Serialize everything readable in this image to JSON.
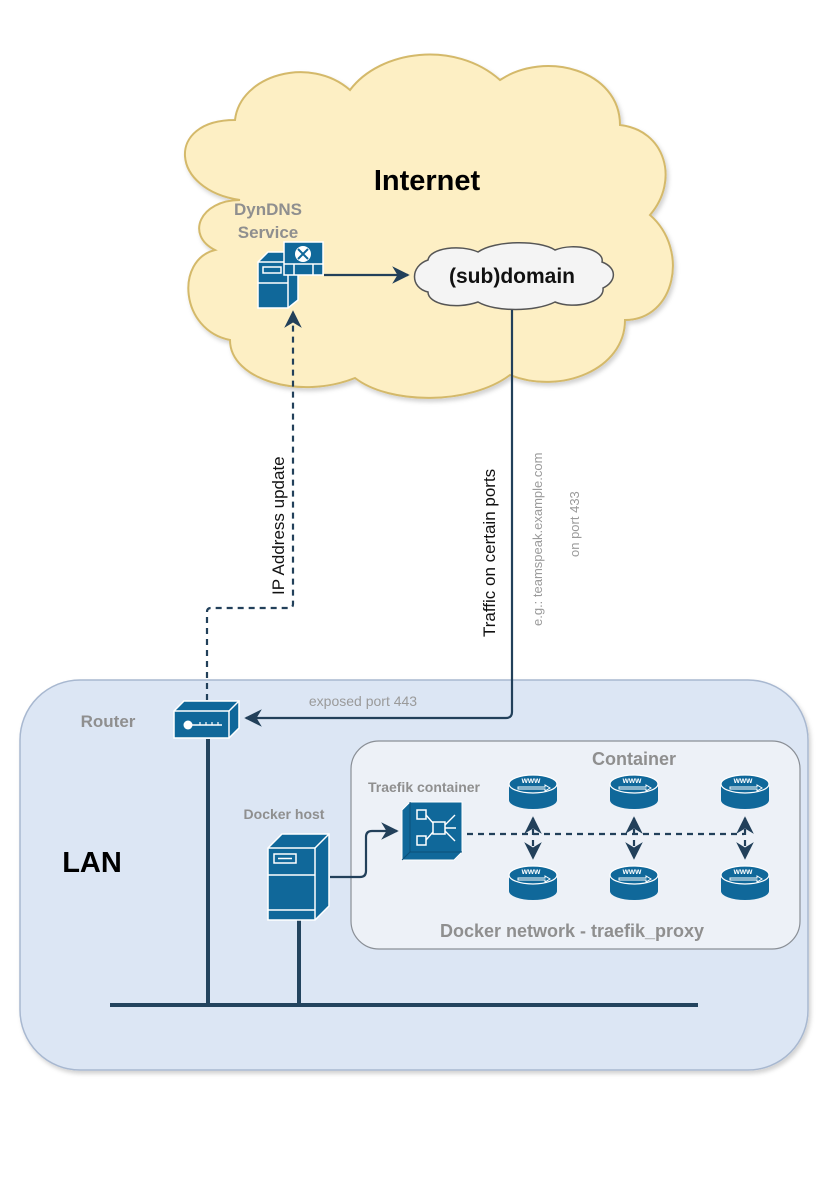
{
  "diagram": {
    "internet": {
      "label": "Internet",
      "fill": "#fdefc4",
      "stroke": "#d4b96a"
    },
    "dyndns": {
      "label_line1": "DynDNS",
      "label_line2": "Service"
    },
    "subdomain": {
      "label": "(sub)domain",
      "fill": "#f4f4f4",
      "stroke": "#555555"
    },
    "edges": {
      "ip_update": "IP Address update",
      "traffic": "Traffic on certain ports",
      "example_line1": "e.g.: teamspeak.example.com",
      "example_line2": "on port 433",
      "exposed_port": "exposed port 443"
    },
    "lan": {
      "label": "LAN",
      "fill": "#dce6f4",
      "stroke": "#a8b8d0"
    },
    "router": {
      "label": "Router"
    },
    "docker_host": {
      "label": "Docker host"
    },
    "docker_network": {
      "label": "Docker network - traefik_proxy",
      "fill": "#edf1f7",
      "stroke": "#8a8f96"
    },
    "traefik": {
      "label": "Traefik container"
    },
    "containers": {
      "label": "Container",
      "items": [
        {
          "name": "www-container-1",
          "glyph": "www"
        },
        {
          "name": "www-container-2",
          "glyph": "www"
        },
        {
          "name": "www-container-3",
          "glyph": "www"
        },
        {
          "name": "www-container-4",
          "glyph": "www"
        },
        {
          "name": "www-container-5",
          "glyph": "www"
        },
        {
          "name": "www-container-6",
          "glyph": "www"
        }
      ]
    },
    "colors": {
      "icon": "#10689a",
      "line": "#22405a"
    }
  }
}
